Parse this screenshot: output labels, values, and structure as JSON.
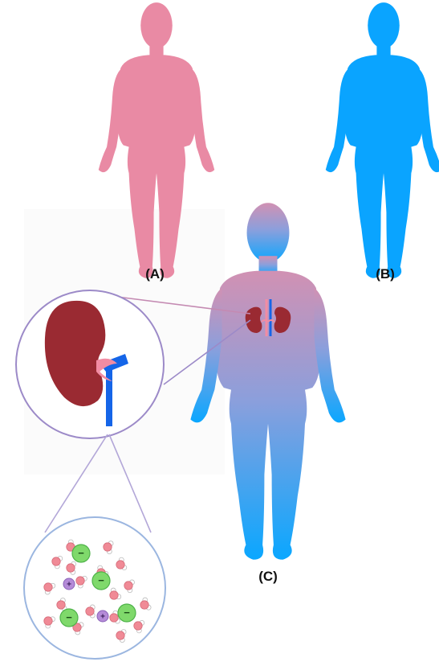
{
  "labels": {
    "figure_a": "(A)",
    "figure_b": "(B)",
    "figure_c": "(C)"
  },
  "colors": {
    "body_a": "#e98aa4",
    "body_b": "#0aa4ff",
    "gradient_top": "#d191b3",
    "gradient_mid": "#8b9fdc",
    "gradient_bottom": "#0aa7ff",
    "kidney": "#9a2a32",
    "vein": "#1565e8",
    "artery": "#f28ca3",
    "zoom_circle_stroke": "#9c8ac8",
    "anion": "#7fd96b",
    "cation": "#b58bd8",
    "water_oxygen": "#f08a96",
    "water_hydrogen": "#ffffff"
  },
  "ions": {
    "anion_symbol": "−",
    "cation_symbol": "+"
  },
  "icons": [
    "human-silhouette-pink",
    "human-silhouette-blue",
    "human-silhouette-gradient",
    "kidney-icon",
    "molecule-cluster-icon"
  ]
}
